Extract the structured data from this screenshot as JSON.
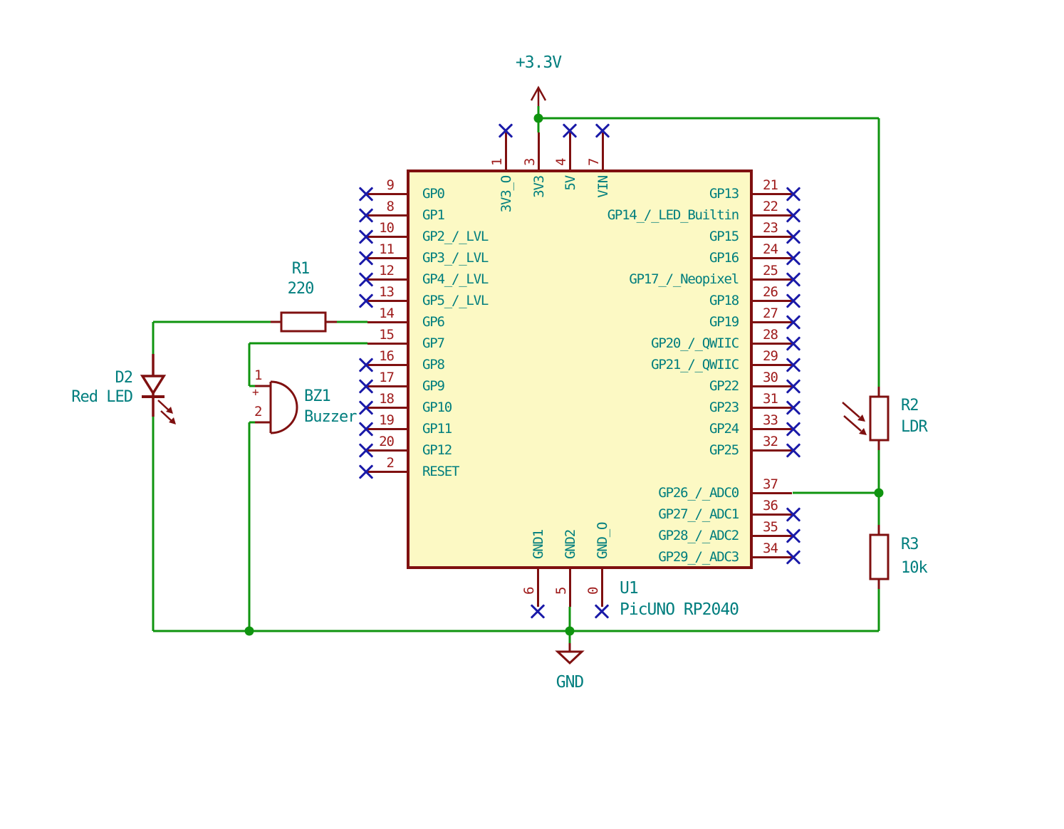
{
  "power": {
    "vcc": "+3.3V",
    "gnd": "GND"
  },
  "chip": {
    "ref": "U1",
    "part": "PicUNO RP2040",
    "left_pins": [
      {
        "num": "9",
        "name": "GP0",
        "nc": true
      },
      {
        "num": "8",
        "name": "GP1",
        "nc": true
      },
      {
        "num": "10",
        "name": "GP2_/_LVL",
        "nc": true
      },
      {
        "num": "11",
        "name": "GP3_/_LVL",
        "nc": true
      },
      {
        "num": "12",
        "name": "GP4_/_LVL",
        "nc": true
      },
      {
        "num": "13",
        "name": "GP5_/_LVL",
        "nc": true
      },
      {
        "num": "14",
        "name": "GP6",
        "nc": false
      },
      {
        "num": "15",
        "name": "GP7",
        "nc": false
      },
      {
        "num": "16",
        "name": "GP8",
        "nc": true
      },
      {
        "num": "17",
        "name": "GP9",
        "nc": true
      },
      {
        "num": "18",
        "name": "GP10",
        "nc": true
      },
      {
        "num": "19",
        "name": "GP11",
        "nc": true
      },
      {
        "num": "20",
        "name": "GP12",
        "nc": true
      },
      {
        "num": "2",
        "name": "RESET",
        "nc": true
      }
    ],
    "right_pins": [
      {
        "num": "21",
        "name": "GP13",
        "nc": true
      },
      {
        "num": "22",
        "name": "GP14_/_LED_Builtin",
        "nc": true
      },
      {
        "num": "23",
        "name": "GP15",
        "nc": true
      },
      {
        "num": "24",
        "name": "GP16",
        "nc": true
      },
      {
        "num": "25",
        "name": "GP17_/_Neopixel",
        "nc": true
      },
      {
        "num": "26",
        "name": "GP18",
        "nc": true
      },
      {
        "num": "27",
        "name": "GP19",
        "nc": true
      },
      {
        "num": "28",
        "name": "GP20_/_QWIIC",
        "nc": true
      },
      {
        "num": "29",
        "name": "GP21_/_QWIIC",
        "nc": true
      },
      {
        "num": "30",
        "name": "GP22",
        "nc": true
      },
      {
        "num": "31",
        "name": "GP23",
        "nc": true
      },
      {
        "num": "33",
        "name": "GP24",
        "nc": true
      },
      {
        "num": "32",
        "name": "GP25",
        "nc": true
      }
    ],
    "right_pins_lower": [
      {
        "num": "37",
        "name": "GP26_/_ADC0",
        "nc": false
      },
      {
        "num": "36",
        "name": "GP27_/_ADC1",
        "nc": true
      },
      {
        "num": "35",
        "name": "GP28_/_ADC2",
        "nc": true
      },
      {
        "num": "34",
        "name": "GP29_/_ADC3",
        "nc": true
      }
    ],
    "top_pins": [
      {
        "num": "1",
        "name": "3V3_O",
        "nc": true
      },
      {
        "num": "3",
        "name": "3V3",
        "nc": false
      },
      {
        "num": "4",
        "name": "5V",
        "nc": true
      },
      {
        "num": "7",
        "name": "VIN",
        "nc": true
      }
    ],
    "bottom_pins": [
      {
        "num": "6",
        "name": "GND1",
        "nc": true
      },
      {
        "num": "5",
        "name": "GND2",
        "nc": false
      },
      {
        "num": "0",
        "name": "GND_O",
        "nc": true
      }
    ]
  },
  "components": {
    "led": {
      "ref": "D2",
      "value": "Red LED"
    },
    "r1": {
      "ref": "R1",
      "value": "220"
    },
    "buzzer": {
      "ref": "BZ1",
      "value": "Buzzer",
      "pin1": "1",
      "pin2": "2",
      "polarity": "+"
    },
    "ldr": {
      "ref": "R2",
      "value": "LDR"
    },
    "r3": {
      "ref": "R3",
      "value": "10k"
    }
  },
  "colors": {
    "wire": "#0F940F",
    "symbol_outline": "#7F1010",
    "pin_number": "#9E1A1A",
    "pin_name_text": "#007E7E",
    "no_connect": "#1A1AA8",
    "chip_fill": "#FCF9C4"
  }
}
